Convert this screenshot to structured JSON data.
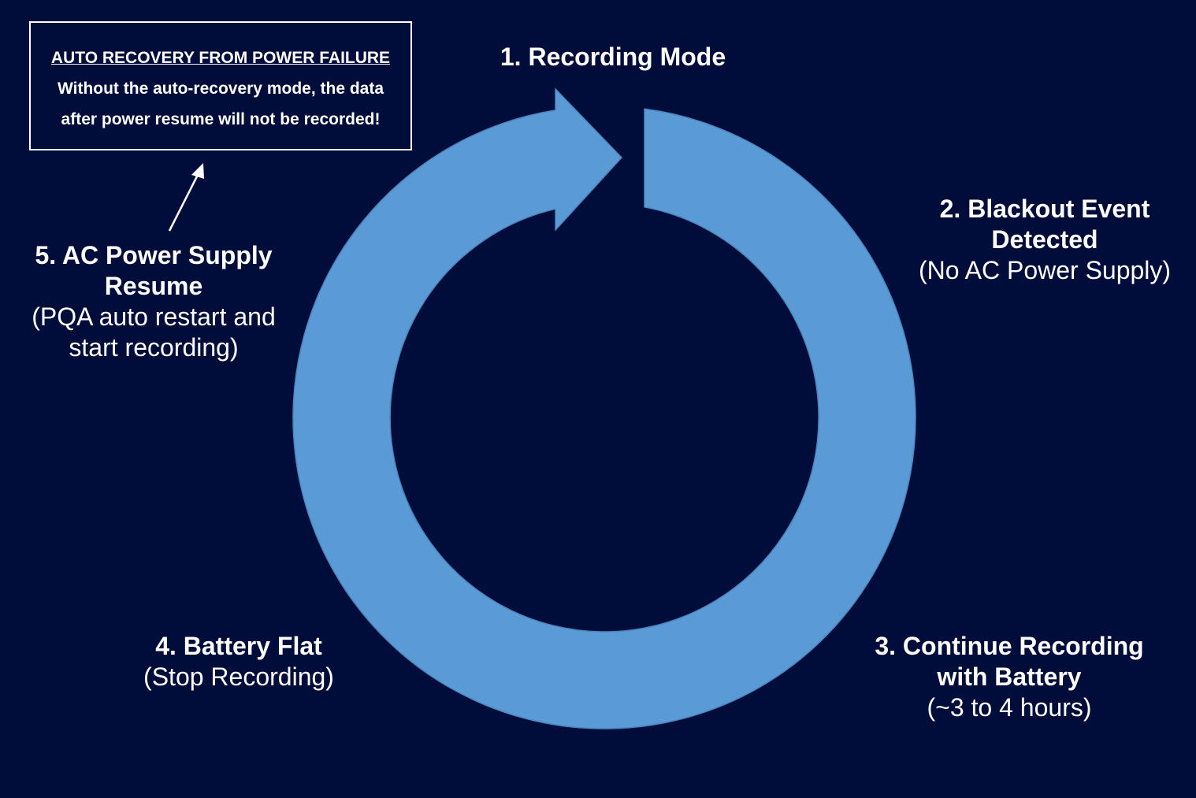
{
  "colors": {
    "background": "#000d3a",
    "arrow": "#5b9bd5",
    "arrow_outline": "#4a86c0",
    "text": "#ffffff"
  },
  "note": {
    "title": "AUTO RECOVERY FROM POWER FAILURE",
    "line1": "Without the auto-recovery mode, the data",
    "line2": "after power resume will not be recorded!"
  },
  "steps": [
    {
      "head1": "1. Recording Mode"
    },
    {
      "head1": "2. Blackout Event",
      "head2": "Detected",
      "sub1": "(No AC Power Supply)"
    },
    {
      "head1": "3. Continue Recording",
      "head2": "with Battery",
      "sub1": "(~3 to 4 hours)"
    },
    {
      "head1": "4. Battery Flat",
      "sub1": "(Stop Recording)"
    },
    {
      "head1": "5. AC Power Supply",
      "head2": "Resume",
      "sub1": "(PQA auto restart and",
      "sub2": "start recording)"
    }
  ],
  "icons": {
    "cycle": "circular-arrow-icon",
    "pointer": "pointer-arrow-icon"
  }
}
